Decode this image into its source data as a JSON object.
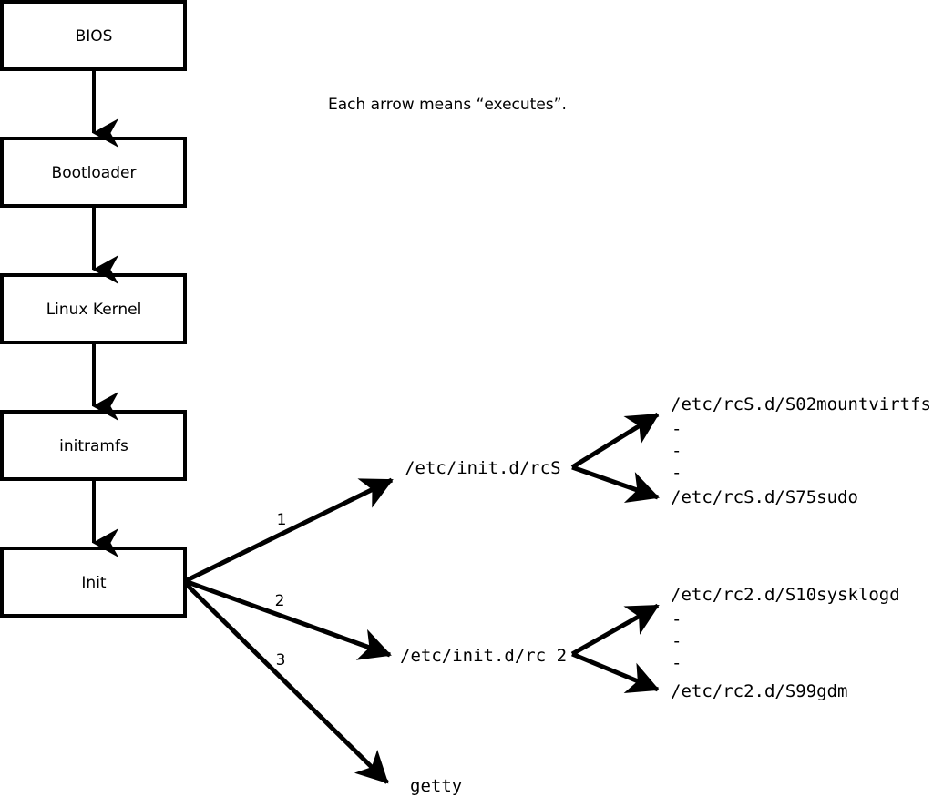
{
  "diagram": {
    "caption": "Each arrow means “executes”.",
    "stages": [
      {
        "id": "bios",
        "label": "BIOS"
      },
      {
        "id": "bootloader",
        "label": "Bootloader"
      },
      {
        "id": "kernel",
        "label": "Linux Kernel"
      },
      {
        "id": "initramfs",
        "label": "initramfs"
      },
      {
        "id": "init",
        "label": "Init"
      }
    ],
    "init_branches": [
      {
        "number": "1",
        "label": "/etc/init.d/rcS"
      },
      {
        "number": "2",
        "label": "/etc/init.d/rc 2"
      },
      {
        "number": "3",
        "label": "getty"
      }
    ],
    "rcs_scripts": {
      "first": "/etc/rcS.d/S02mountvirtfs",
      "ellipsis": [
        "-",
        "-",
        "-"
      ],
      "last": "/etc/rcS.d/S75sudo"
    },
    "rc2_scripts": {
      "first": "/etc/rc2.d/S10sysklogd",
      "ellipsis": [
        "-",
        "-",
        "-"
      ],
      "last": "/etc/rc2.d/S99gdm"
    },
    "colors": {
      "background": "#ffffff",
      "stroke": "#000000",
      "box_fill": "#ffffff",
      "text": "#000000"
    }
  }
}
